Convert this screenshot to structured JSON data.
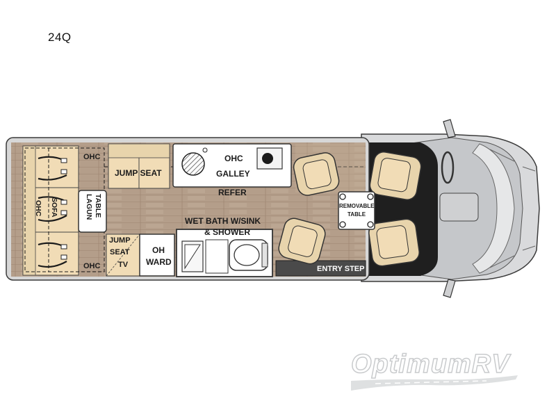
{
  "model": "24Q",
  "labels": {
    "ohc_rear_top": "OHC",
    "ohc_rear_bottom": "OHC",
    "jump_seat": "JUMP SEAT",
    "galley_ohc": "OHC",
    "galley": "GALLEY",
    "refer": "REFER",
    "sofa_ohc": "OHC",
    "sofa": "SOFA",
    "lagun_line1": "LAGUN",
    "lagun_line2": "TABLE",
    "jump_seat_tv_line1": "JUMP",
    "jump_seat_tv_line2": "SEAT",
    "jump_seat_tv_line3": "TV",
    "oh_ward_line1": "OH",
    "oh_ward_line2": "WARD",
    "wet_bath_line1": "WET BATH W/SINK",
    "wet_bath_line2": "& SHOWER",
    "removable_table_line1": "REMOVABLE",
    "removable_table_line2": "TABLE",
    "entry_step": "ENTRY STEP"
  },
  "watermark": "OptimumRV",
  "colors": {
    "floor": "#b59f8c",
    "cabinet": "#f1dcb6",
    "seat": "#e8d4ac",
    "outline": "#3a3a3a",
    "cab": "#d8d9db",
    "cab_dark": "#1f1f1f",
    "entry_step": "#4a4a4a"
  }
}
